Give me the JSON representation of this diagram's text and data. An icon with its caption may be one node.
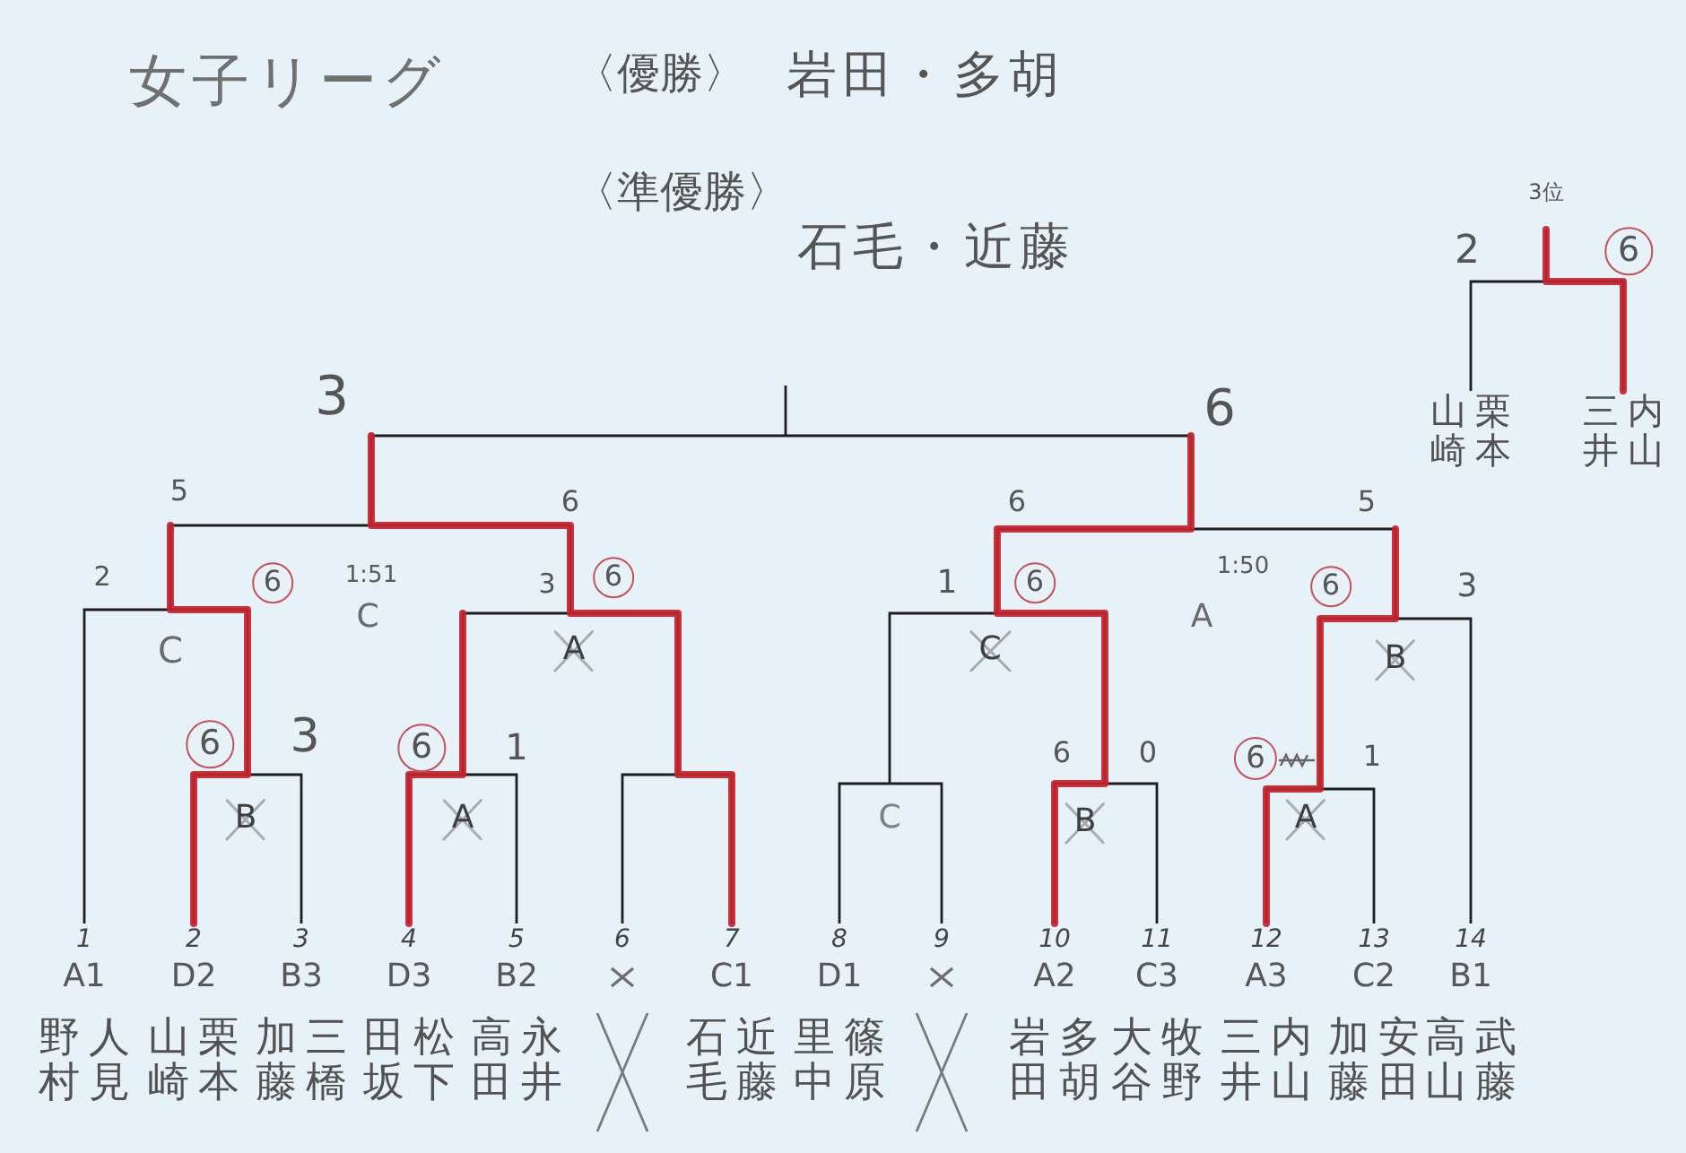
{
  "diagram": {
    "title": "女子リーグ",
    "nodes": [
      {
        "text": [
          "1",
          "A1",
          "野村",
          "人見"
        ]
      },
      {
        "text": [
          "2",
          "D2",
          "山崎",
          "栗本"
        ]
      },
      {
        "text": [
          "3",
          "B3",
          "加藤",
          "三橋"
        ]
      },
      {
        "text": [
          "4",
          "D3",
          "田坂",
          "松下"
        ]
      },
      {
        "text": [
          "5",
          "B2",
          "高田",
          "永井"
        ]
      },
      {
        "text": [
          "6"
        ]
      },
      {
        "text": [
          "7",
          "C1",
          "石毛",
          "近藤"
        ]
      },
      {
        "text": [
          "8",
          "D1",
          "里中",
          "篠原"
        ]
      },
      {
        "text": [
          "9"
        ]
      },
      {
        "text": [
          "10",
          "A2",
          "岩田",
          "多胡"
        ]
      },
      {
        "text": [
          "11",
          "C3",
          "大谷",
          "牧野"
        ]
      },
      {
        "text": [
          "12",
          "A3",
          "三井",
          "内山"
        ]
      },
      {
        "text": [
          "13",
          "C2",
          "加藤",
          "安田"
        ]
      },
      {
        "text": [
          "14",
          "B1",
          "高山",
          "武藤"
        ]
      },
      {
        "text": [
          "山崎",
          "栗本"
        ]
      },
      {
        "text": [
          "三井",
          "内山"
        ]
      }
    ],
    "edges": [
      {
        "from": 0,
        "to": null,
        "arrow": "none"
      },
      {
        "from": 1,
        "to": null,
        "arrow": "none",
        "style": "thick",
        "color": "#c4232e"
      },
      {
        "from": 2,
        "to": null,
        "arrow": "none"
      },
      {
        "from": 3,
        "to": null,
        "arrow": "none"
      },
      {
        "from": 4,
        "to": null,
        "arrow": "none"
      },
      {
        "from": 5,
        "to": null,
        "arrow": "none"
      },
      {
        "from": 6,
        "to": null,
        "arrow": "none",
        "style": "thick",
        "color": "#c4232e"
      },
      {
        "from": 7,
        "to": null,
        "arrow": "none"
      },
      {
        "from": 8,
        "to": null,
        "arrow": "none"
      },
      {
        "from": 9,
        "to": null,
        "arrow": "none",
        "style": "thick",
        "color": "#c4232e"
      },
      {
        "from": 10,
        "to": null,
        "arrow": "none"
      },
      {
        "from": 11,
        "to": null,
        "arrow": "none",
        "style": "thick",
        "color": "#c4232e"
      },
      {
        "from": 12,
        "to": null,
        "arrow": "none"
      },
      {
        "from": 13,
        "to": null,
        "arrow": "none"
      },
      {
        "from": 14,
        "to": null,
        "arrow": "none"
      },
      {
        "from": 15,
        "to": null,
        "arrow": "none",
        "style": "thick",
        "color": "#c4232e"
      }
    ],
    "labels": [
      "〈優勝〉",
      "岩田・多胡",
      "〈準優勝〉",
      "3位",
      "石毛・近藤",
      "2",
      "6",
      "3",
      "6",
      "5",
      "6",
      "6",
      "5",
      "2",
      "6",
      "1:51",
      "3",
      "6",
      "1",
      "6",
      "1:50",
      "6",
      "3",
      "C",
      "A",
      "C",
      "A",
      "C",
      "B",
      "6",
      "3",
      "6",
      "1",
      "6",
      "0",
      "6",
      "1",
      "B",
      "A",
      "C",
      "B",
      "A"
    ]
  }
}
